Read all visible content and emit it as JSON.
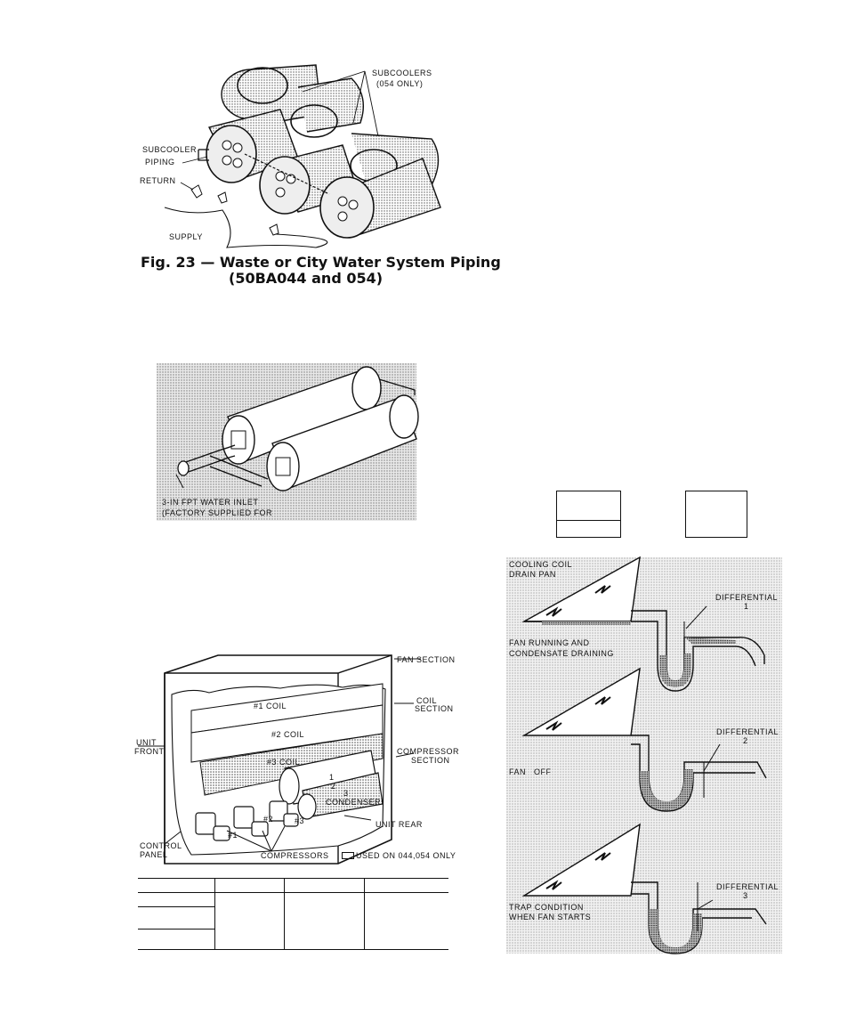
{
  "fig23": {
    "labels": {
      "subcoolers": "SUBCOOLERS",
      "subcoolers_note": "(054 ONLY)",
      "subcooler": "SUBCOOLER",
      "piping": "PIPING",
      "return": "RETURN",
      "supply": "SUPPLY"
    },
    "caption_line1": "Fig. 23 — Waste or City Water System Piping",
    "caption_line2": "(50BA044 and 054)"
  },
  "fig_condenser": {
    "inlet_line1": "3-IN FPT WATER INLET",
    "inlet_line2": "(FACTORY SUPPLIED FOR"
  },
  "fig_unit": {
    "labels": {
      "fan_section": "FAN SECTION",
      "coil_section_1": "COIL",
      "coil_section_2": "SECTION",
      "compressor_section_1": "COMPRESSOR",
      "compressor_section_2": "SECTION",
      "unit_front_1": "UNIT",
      "unit_front_2": "FRONT",
      "coil1": "#1 COIL",
      "coil2": "#2 COIL",
      "coil3": "#3 COIL",
      "condenser": "CONDENSER",
      "cond_num_1": "1",
      "cond_num_2": "2",
      "cond_num_3": "3",
      "comp_num_1": "#1",
      "comp_num_2": "#2",
      "comp_num_3": "#3",
      "unit_rear": "UNIT REAR",
      "control_panel_1": "CONTROL",
      "control_panel_2": "PANEL",
      "compressors": "COMPRESSORS",
      "used_on": "USED ON 044,054 ONLY"
    }
  },
  "fig_trap": {
    "top": {
      "label_1": "COOLING COIL",
      "label_2": "DRAIN PAN",
      "state_1": "FAN RUNNING AND",
      "state_2": "CONDENSATE DRAINING",
      "diff_label": "DIFFERENTIAL",
      "diff_num": "1"
    },
    "middle": {
      "state": "FAN   OFF",
      "diff_label": "DIFFERENTIAL",
      "diff_num": "2"
    },
    "bottom": {
      "state_1": "TRAP CONDITION",
      "state_2": "WHEN FAN STARTS",
      "diff_label": "DIFFERENTIAL",
      "diff_num": "3"
    }
  }
}
